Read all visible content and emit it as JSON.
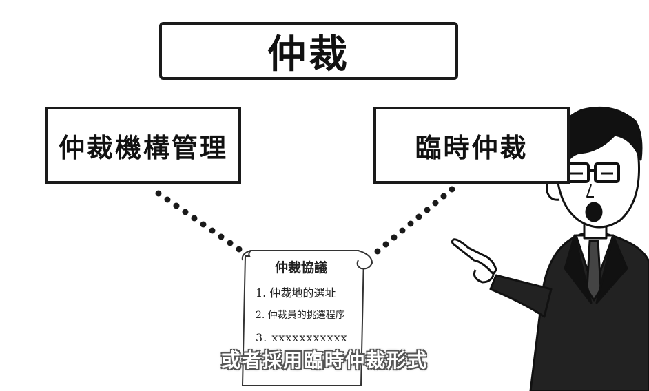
{
  "diagram": {
    "title": "仲裁",
    "left_node": "仲裁機構管理",
    "right_node": "臨時仲裁"
  },
  "scroll": {
    "title": "仲裁協議",
    "items": [
      "1. 仲裁地的選址",
      "2. 仲裁員的挑選程序",
      "3. xxxxxxxxxxx"
    ]
  },
  "subtitle": "或者採用臨時仲裁形式"
}
